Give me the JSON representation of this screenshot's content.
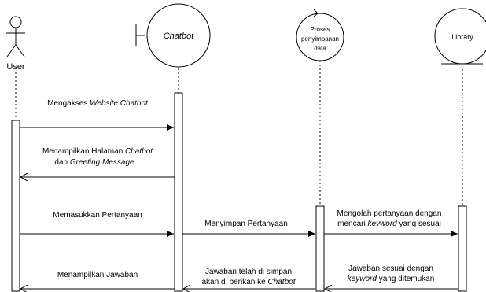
{
  "participants": {
    "user": "User",
    "chatbot": "Chatbot",
    "storage": [
      "Proses",
      "penyimpanan",
      "data"
    ],
    "library": "Library"
  },
  "messages": {
    "m1": {
      "a": "Mengakses ",
      "b": "Website Chatbot"
    },
    "m2": {
      "l1a": "Menampilkan Halaman ",
      "l1b": "Chatbot",
      "l2a": "dan ",
      "l2b": "Greeting Message"
    },
    "m3": "Memasukkan Pertanyaan",
    "m4": "Menyimpan Pertanyaan",
    "m5": {
      "l1": "Mengolah pertanyaan dengan",
      "l2a": "mencari ",
      "l2b": "keyword",
      "l2c": " yang sesuai"
    },
    "m6": "Menampilkan Jawaban",
    "m7": {
      "l1": "Jawaban  telah di simpan",
      "l2a": "akan di berikan ke ",
      "l2b": "Chatbot"
    },
    "m8": {
      "l1": "Jawaban sesuai dengan",
      "l2a": "keyword",
      "l2b": " yang ditemukan"
    }
  }
}
